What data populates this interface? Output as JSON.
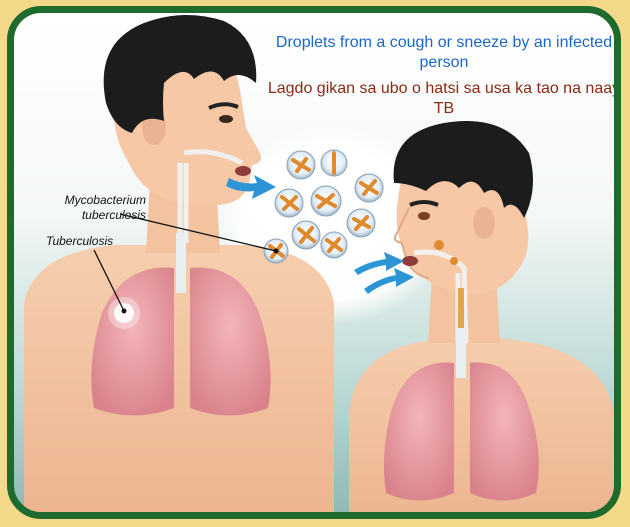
{
  "captions": {
    "english": "Droplets from a cough or sneeze by an infected person",
    "cebuano": "Lagdo gikan sa ubo o hatsi sa usa ka tao na naay TB"
  },
  "labels": {
    "mycobacterium": "Mycobacterium tuberculosis",
    "tuberculosis": "Tuberculosis"
  },
  "colors": {
    "border": "#1f6b2e",
    "caption_english": "#1a67c7",
    "caption_cebuano": "#8a2a16",
    "airflow_arrow": "#2b95d6",
    "skin": "#f6c8a6",
    "lungs": "#e79aa0",
    "hair": "#1c1c1c"
  }
}
